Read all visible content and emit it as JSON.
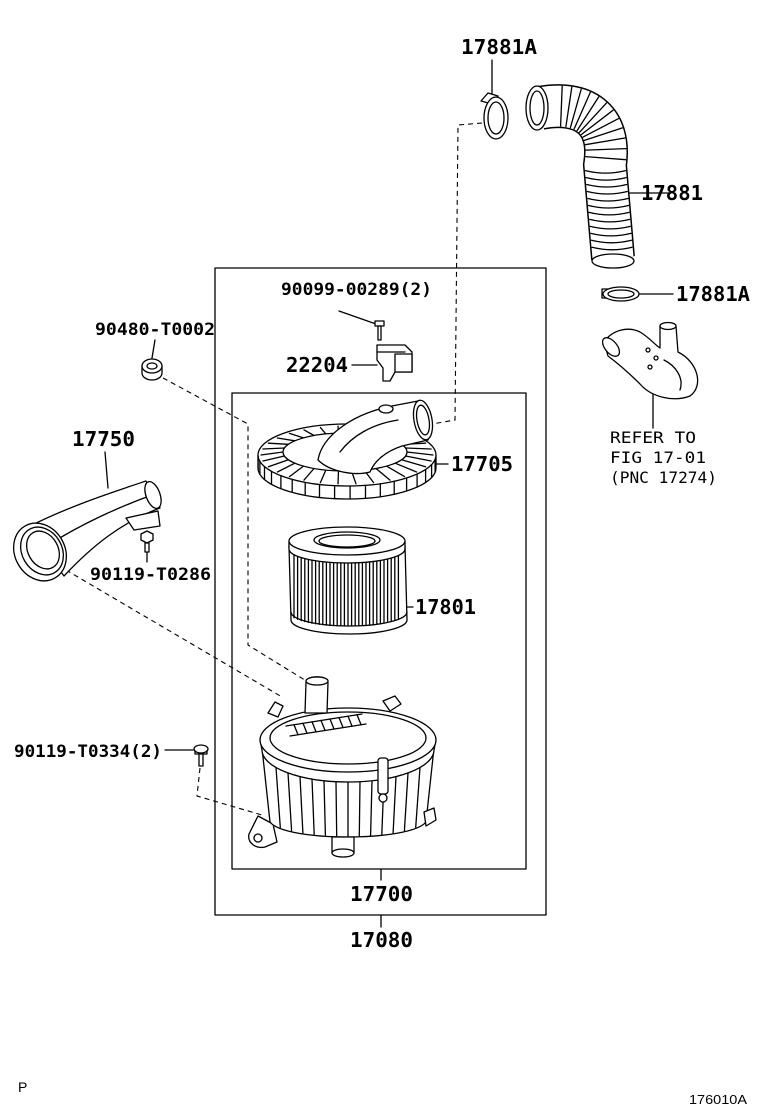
{
  "callouts": {
    "clamp_top": "17881A",
    "hose": "17881",
    "clamp_lower": "17881A",
    "bolt_sensor": "90099-00289(2)",
    "nut": "90480-T0002",
    "sensor": "22204",
    "inlet_pipe": "17750",
    "cover": "17705",
    "bolt_pipe": "90119-T0286",
    "element": "17801",
    "bolt_housing": "90119-T0334(2)",
    "case": "17700",
    "assembly": "17080"
  },
  "reference": {
    "line1": "REFER TO",
    "line2": "FIG 17-01",
    "line3": "(PNC 17274)"
  },
  "footer": {
    "page_mark": "P",
    "illustration_id": "176010A"
  }
}
